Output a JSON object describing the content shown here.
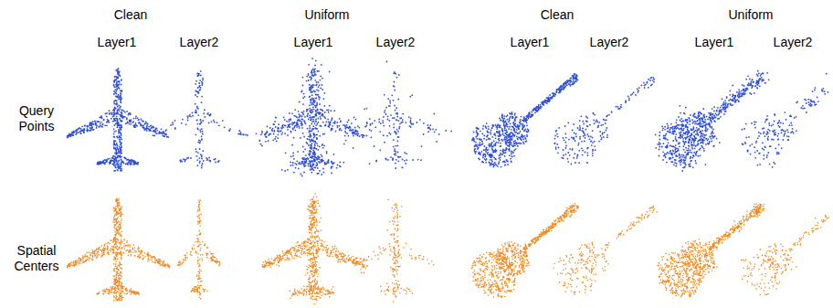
{
  "diagram": {
    "labels": [
      "Clean",
      "Uniform",
      "Clean",
      "Uniform",
      "Layer1",
      "Layer2",
      "Layer1",
      "Layer2",
      "Layer1",
      "Layer2",
      "Layer1",
      "Layer2",
      "Query Points",
      "Spatial Centers"
    ]
  }
}
